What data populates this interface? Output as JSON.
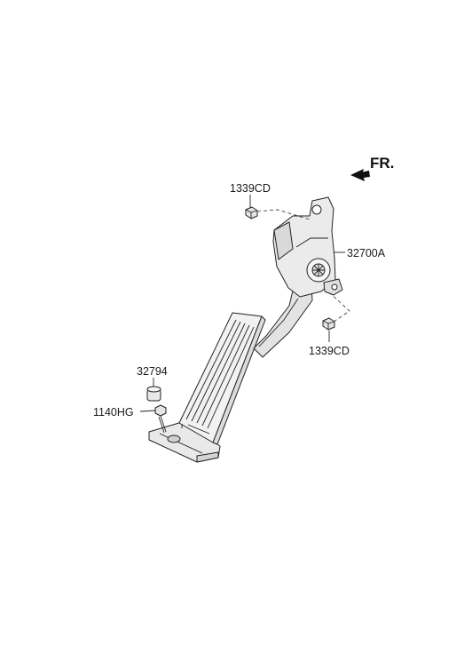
{
  "direction_indicator": {
    "label": "FR."
  },
  "callouts": {
    "nut_top": "1339CD",
    "pedal_module": "32700A",
    "nut_bottom": "1339CD",
    "stopper": "32794",
    "bolt": "1140HG"
  }
}
